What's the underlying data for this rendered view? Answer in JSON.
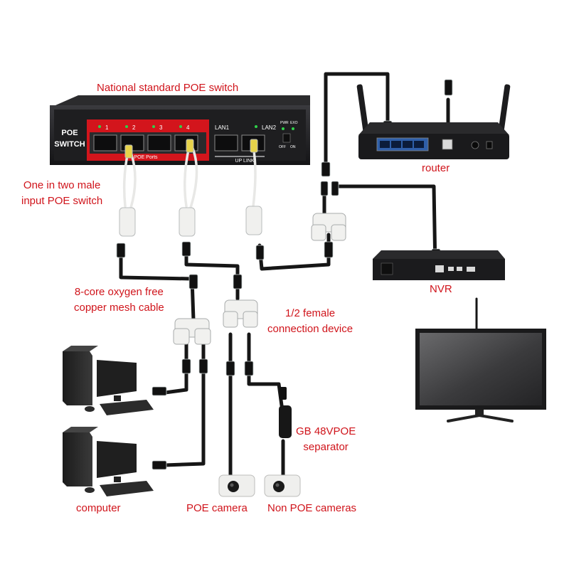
{
  "labels": {
    "switch_title": "National standard POE switch",
    "one_in_two_line1": "One in two male",
    "one_in_two_line2": "input POE switch",
    "cable_line1": "8-core oxygen free",
    "cable_line2": "copper mesh cable",
    "female_line1": "1/2 female",
    "female_line2": "connection device",
    "separator_line1": "GB 48VPOE",
    "separator_line2": "separator",
    "router": "router",
    "nvr": "NVR",
    "computer": "computer",
    "poe_camera": "POE camera",
    "non_poe_cameras": "Non POE cameras"
  },
  "switch": {
    "logo_line1": "POE",
    "logo_line2": "SWITCH",
    "poe_port_numbers": [
      "1",
      "2",
      "3",
      "4"
    ],
    "poe_ports_label": "POE  Ports",
    "lan1": "LAN1",
    "lan2": "LAN2",
    "uplink_label": "UP LINK",
    "pwr": "PWR",
    "exo": "EXO",
    "off": "OFF",
    "on": "ON"
  },
  "colors": {
    "label_red": "#d0141b",
    "device_black": "#1c1c1e",
    "port_red": "#d3151c",
    "port_blue": "#2f5fa8",
    "led_green": "#2fd24a"
  }
}
